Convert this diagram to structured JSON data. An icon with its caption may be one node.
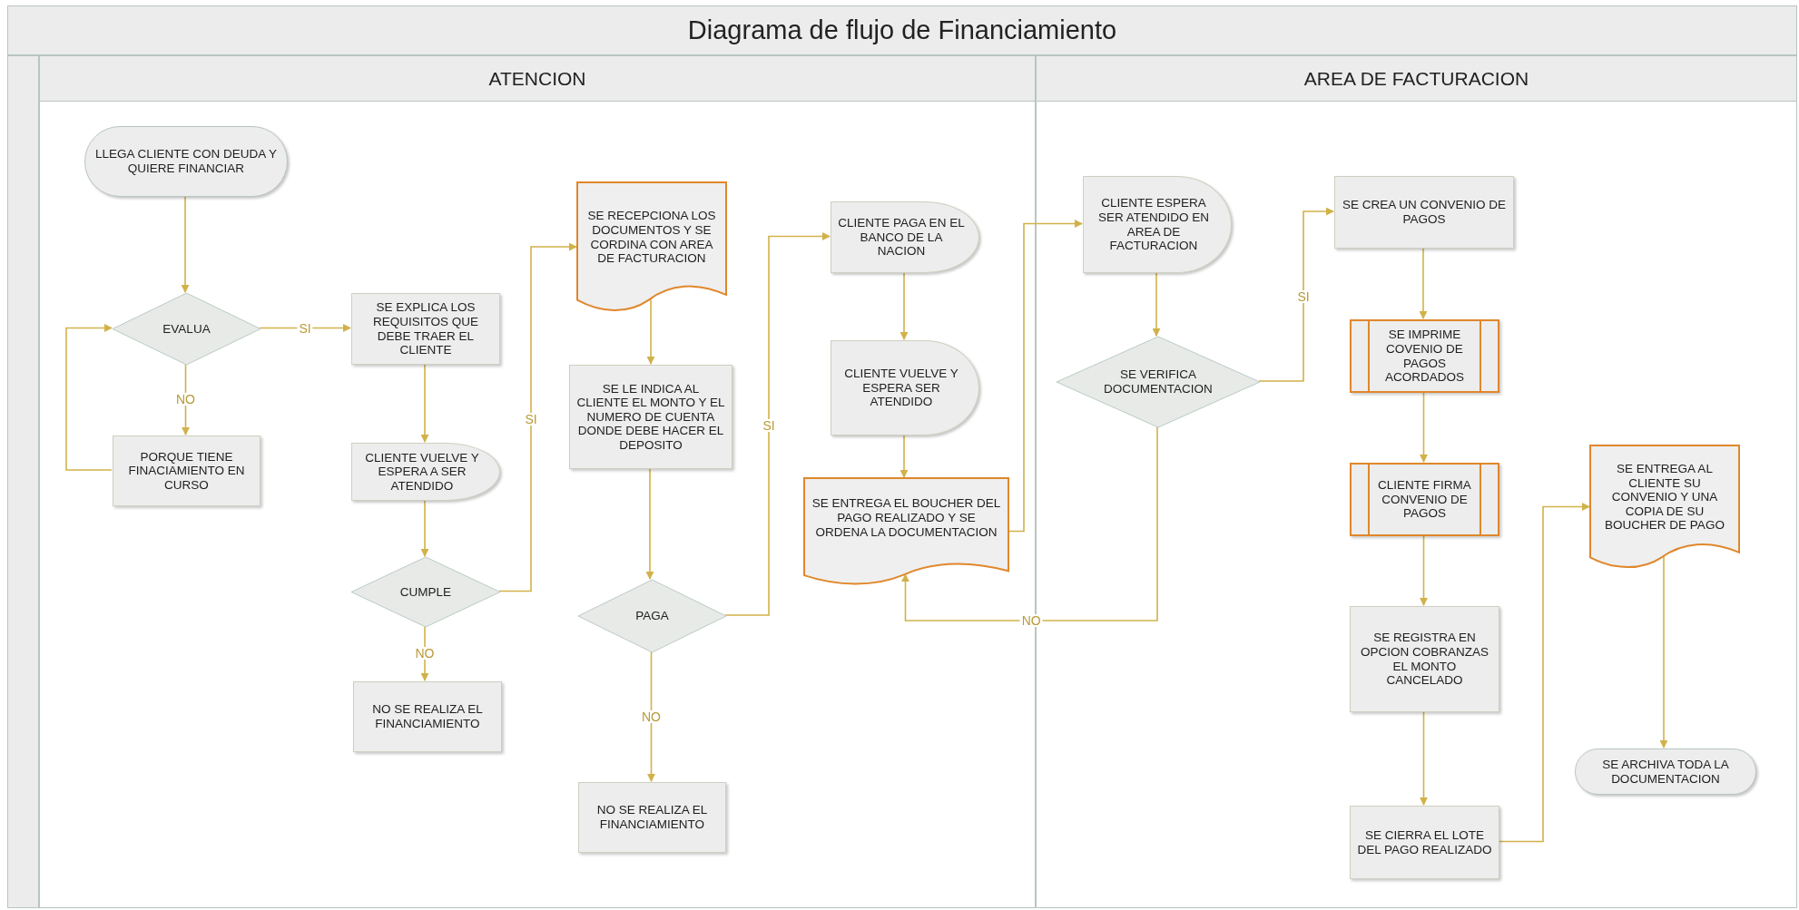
{
  "diagram": {
    "title": "Diagrama de flujo de Financiamiento",
    "nodes": [
      {
        "text": [
          "ATENCION"
        ]
      },
      {
        "text": [
          "LLEGA CLIENTE CON DEUDA Y QUIERE FINANCIAR"
        ],
        "in": 0
      },
      {
        "text": [
          "EVALUA"
        ],
        "in": 0
      },
      {
        "text": [
          "SE EXPLICA LOS REQUISITOS QUE DEBE TRAER EL CLIENTE"
        ],
        "in": 0
      },
      {
        "text": [
          "PORQUE TIENE FINACIAMIENTO EN CURSO"
        ],
        "in": 0
      },
      {
        "text": [
          "CLIENTE VUELVE Y ESPERA A SER ATENDIDO"
        ],
        "in": 0
      },
      {
        "text": [
          "CUMPLE"
        ],
        "in": 0
      },
      {
        "text": [
          "NO SE REALIZA EL FINANCIAMIENTO"
        ],
        "in": 0
      },
      {
        "text": [
          "SE RECEPCIONA LOS DOCUMENTOS Y SE CORDINA CON AREA DE FACTURACION"
        ],
        "in": 0
      },
      {
        "text": [
          "SE LE INDICA AL CLIENTE EL MONTO Y EL NUMERO DE CUENTA DONDE DEBE HACER EL DEPOSITO"
        ],
        "in": 0
      },
      {
        "text": [
          "PAGA"
        ],
        "in": 0
      },
      {
        "text": [
          "NO SE REALIZA EL FINANCIAMIENTO"
        ],
        "in": 0
      },
      {
        "text": [
          "CLIENTE PAGA EN EL BANCO DE LA NACION"
        ],
        "in": 0
      },
      {
        "text": [
          "CLIENTE VUELVE Y ESPERA SER ATENDIDO"
        ],
        "in": 0
      },
      {
        "text": [
          "SE ENTREGA EL BOUCHER DEL PAGO REALIZADO Y SE ORDENA LA DOCUMENTACION"
        ],
        "in": 0
      },
      {
        "text": [
          "AREA DE FACTURACION"
        ]
      },
      {
        "text": [
          "CLIENTE ESPERA SER ATENDIDO EN AREA DE FACTURACION"
        ],
        "in": 15
      },
      {
        "text": [
          "SE VERIFICA DOCUMENTACION"
        ],
        "in": 15
      },
      {
        "text": [
          "SE CREA UN CONVENIO DE PAGOS"
        ],
        "in": 15
      },
      {
        "text": [
          "SE IMPRIME COVENIO DE PAGOS ACORDADOS"
        ],
        "in": 15
      },
      {
        "text": [
          "CLIENTE FIRMA CONVENIO DE PAGOS"
        ],
        "in": 15
      },
      {
        "text": [
          "SE REGISTRA EN OPCION COBRANZAS EL MONTO CANCELADO"
        ],
        "in": 15
      },
      {
        "text": [
          "SE CIERRA EL LOTE DEL PAGO REALIZADO"
        ],
        "in": 15
      },
      {
        "text": [
          "SE ENTREGA AL CLIENTE SU CONVENIO Y UNA COPIA DE SU BOUCHER DE PAGO"
        ],
        "in": 15
      },
      {
        "text": [
          "SE ARCHIVA TODA LA DOCUMENTACION"
        ],
        "in": 15
      }
    ],
    "edges": [
      {
        "from": 1,
        "to": 2,
        "arrow": "to"
      },
      {
        "from": 2,
        "to": 3,
        "arrow": "to",
        "label": "SI"
      },
      {
        "from": 2,
        "to": 4,
        "arrow": "to",
        "label": "NO"
      },
      {
        "from": 4,
        "to": 2,
        "arrow": "to"
      },
      {
        "from": 3,
        "to": 5,
        "arrow": "to"
      },
      {
        "from": 5,
        "to": 6,
        "arrow": "to"
      },
      {
        "from": 6,
        "to": 7,
        "arrow": "to",
        "label": "NO"
      },
      {
        "from": 6,
        "to": 8,
        "arrow": "to",
        "label": "SI"
      },
      {
        "from": 8,
        "to": 9,
        "arrow": "to"
      },
      {
        "from": 9,
        "to": 10,
        "arrow": "to"
      },
      {
        "from": 10,
        "to": 11,
        "arrow": "to",
        "label": "NO"
      },
      {
        "from": 10,
        "to": 12,
        "arrow": "to",
        "label": "SI"
      },
      {
        "from": 12,
        "to": 13,
        "arrow": "to"
      },
      {
        "from": 13,
        "to": 14,
        "arrow": "to"
      },
      {
        "from": 14,
        "to": 16,
        "arrow": "to"
      },
      {
        "from": 16,
        "to": 17,
        "arrow": "to"
      },
      {
        "from": 17,
        "to": 18,
        "arrow": "to",
        "label": "SI"
      },
      {
        "from": 17,
        "to": 14,
        "arrow": "to",
        "label": "NO"
      },
      {
        "from": 18,
        "to": 19,
        "arrow": "to"
      },
      {
        "from": 19,
        "to": 20,
        "arrow": "to"
      },
      {
        "from": 20,
        "to": 21,
        "arrow": "to"
      },
      {
        "from": 21,
        "to": 22,
        "arrow": "to"
      },
      {
        "from": 22,
        "to": 23,
        "arrow": "to"
      },
      {
        "from": 23,
        "to": 24,
        "arrow": "to"
      }
    ]
  }
}
